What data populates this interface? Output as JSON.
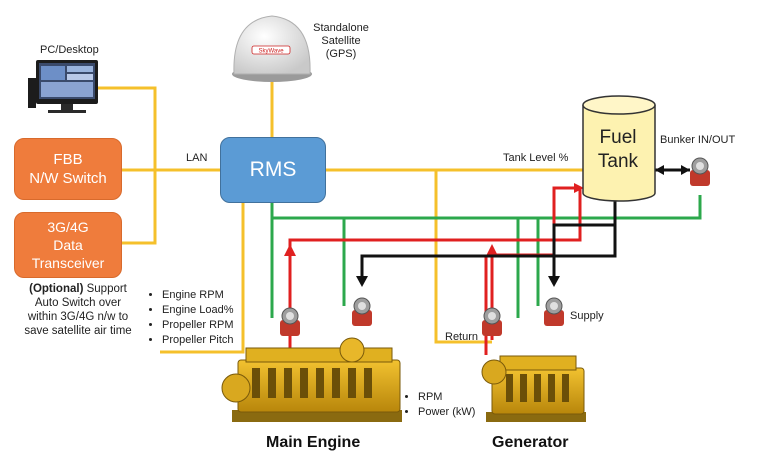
{
  "labels": {
    "pc_desktop": "PC/Desktop",
    "satellite": [
      "Standalone",
      "Satellite",
      "(GPS)"
    ],
    "satellite_brand": "SkyWave",
    "lan": "LAN",
    "tank_level": "Tank Level %",
    "bunker": "Bunker IN/OUT",
    "return": "Return",
    "supply": "Supply"
  },
  "boxes": {
    "fbb": [
      "FBB",
      "N/W Switch"
    ],
    "transceiver": [
      "3G/4G",
      "Data",
      "Transceiver"
    ],
    "rms": "RMS",
    "fuel_tank": [
      "Fuel",
      "Tank"
    ]
  },
  "optional_note": {
    "bold": "(Optional)",
    "text": " Support",
    "lines": [
      "Auto Switch over",
      "within 3G/4G n/w to",
      "save satellite air time"
    ]
  },
  "engine_params": [
    "Engine RPM",
    "Engine Load%",
    "Propeller RPM",
    "Propeller Pitch"
  ],
  "generator_params": [
    "RPM",
    "Power (kW)"
  ],
  "titles": {
    "main_engine": "Main Engine",
    "generator": "Generator"
  },
  "colors": {
    "signal": "#f5c02b",
    "green": "#2ca84c",
    "red": "#e02020",
    "black": "#111111",
    "orange_box": "#ef7c3c",
    "rms_box": "#5b9bd5",
    "tank": "#fdf2b0"
  }
}
